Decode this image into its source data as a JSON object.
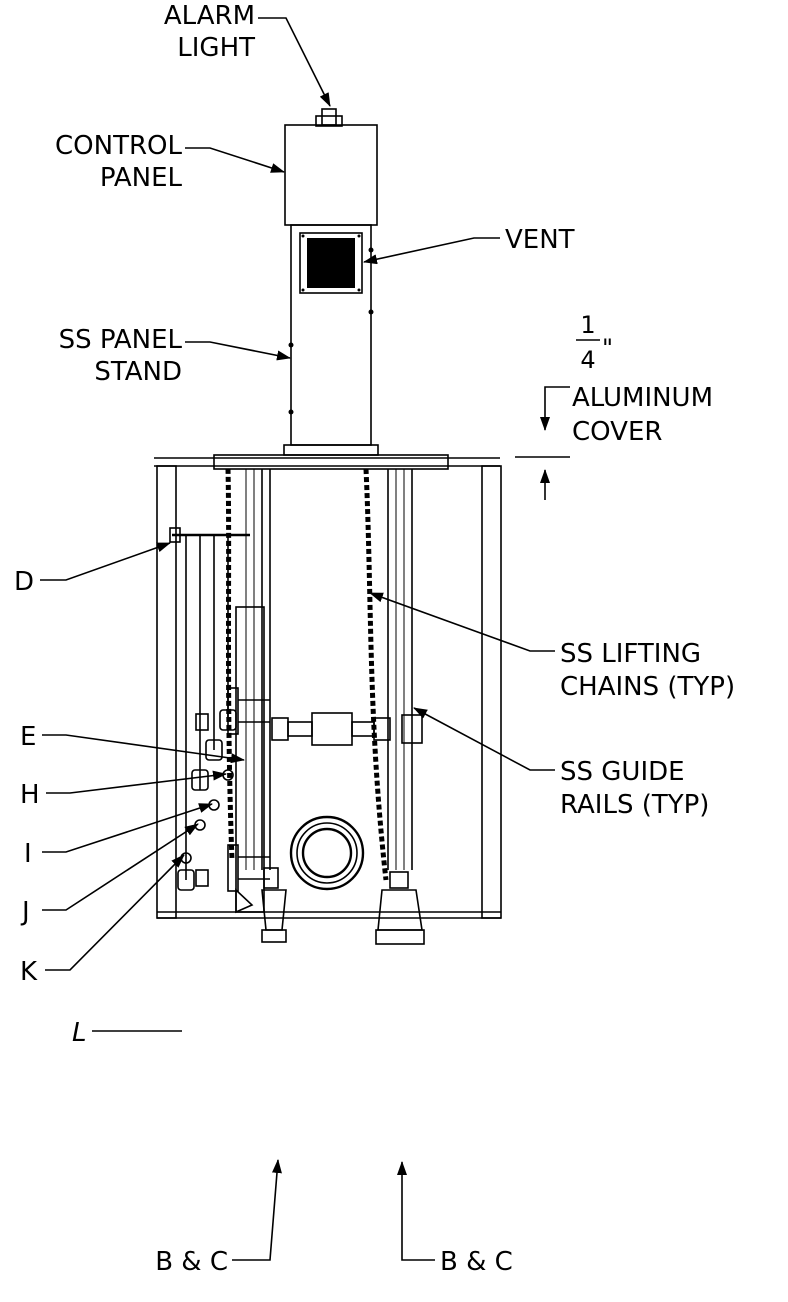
{
  "labels": {
    "alarm_light_1": "ALARM",
    "alarm_light_2": "LIGHT",
    "control_panel_1": "CONTROL",
    "control_panel_2": "PANEL",
    "vent": "VENT",
    "panel_stand_1": "SS PANEL",
    "panel_stand_2": "STAND",
    "fraction_num": "1",
    "fraction_den": "4",
    "fraction_unit": "\"",
    "aluminum_cover_1": "ALUMINUM",
    "aluminum_cover_2": "COVER",
    "d": "D",
    "lifting_chains_1": "SS LIFTING",
    "lifting_chains_2": "CHAINS (TYP)",
    "guide_rails_1": "SS GUIDE",
    "guide_rails_2": "RAILS (TYP)",
    "e": "E",
    "h": "H",
    "i": "I",
    "j": "J",
    "k": "K",
    "l": "L",
    "bc_left": "B & C",
    "bc_right": "B & C"
  }
}
